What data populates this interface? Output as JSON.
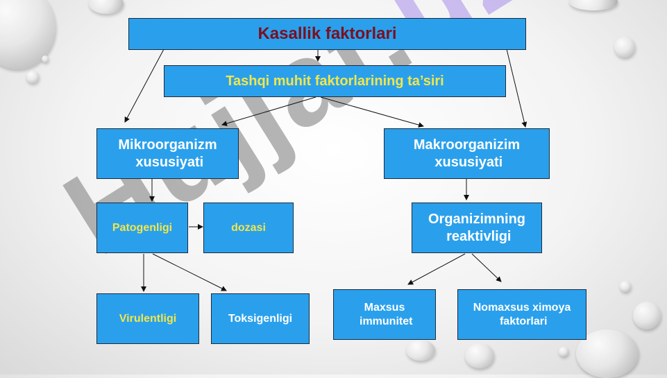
{
  "title": "Kasallik faktorlari",
  "nodes": {
    "external": "Tashqi muhit faktorlarining ta’siri",
    "micro": "Mikroorganizm\n xususiyati",
    "macro": "Makroorganizim\n xususiyati",
    "pathogenicity": "Patogenligi",
    "dose": "dozasi",
    "reactivity": "Organizimning\n reaktivligi",
    "virulence": "Virulentligi",
    "toxigenicity": "Toksigenligi",
    "specific_immunity": "Maxsus\n immunitet",
    "nonspecific": "Nomaxsus ximoya\n faktorlari"
  },
  "watermark": {
    "main": "Hujjat.",
    "tail": "uz"
  },
  "colors": {
    "box_fill": "#2aa0ec",
    "title_text": "#7a1020",
    "highlight_text": "#f2e64a"
  }
}
